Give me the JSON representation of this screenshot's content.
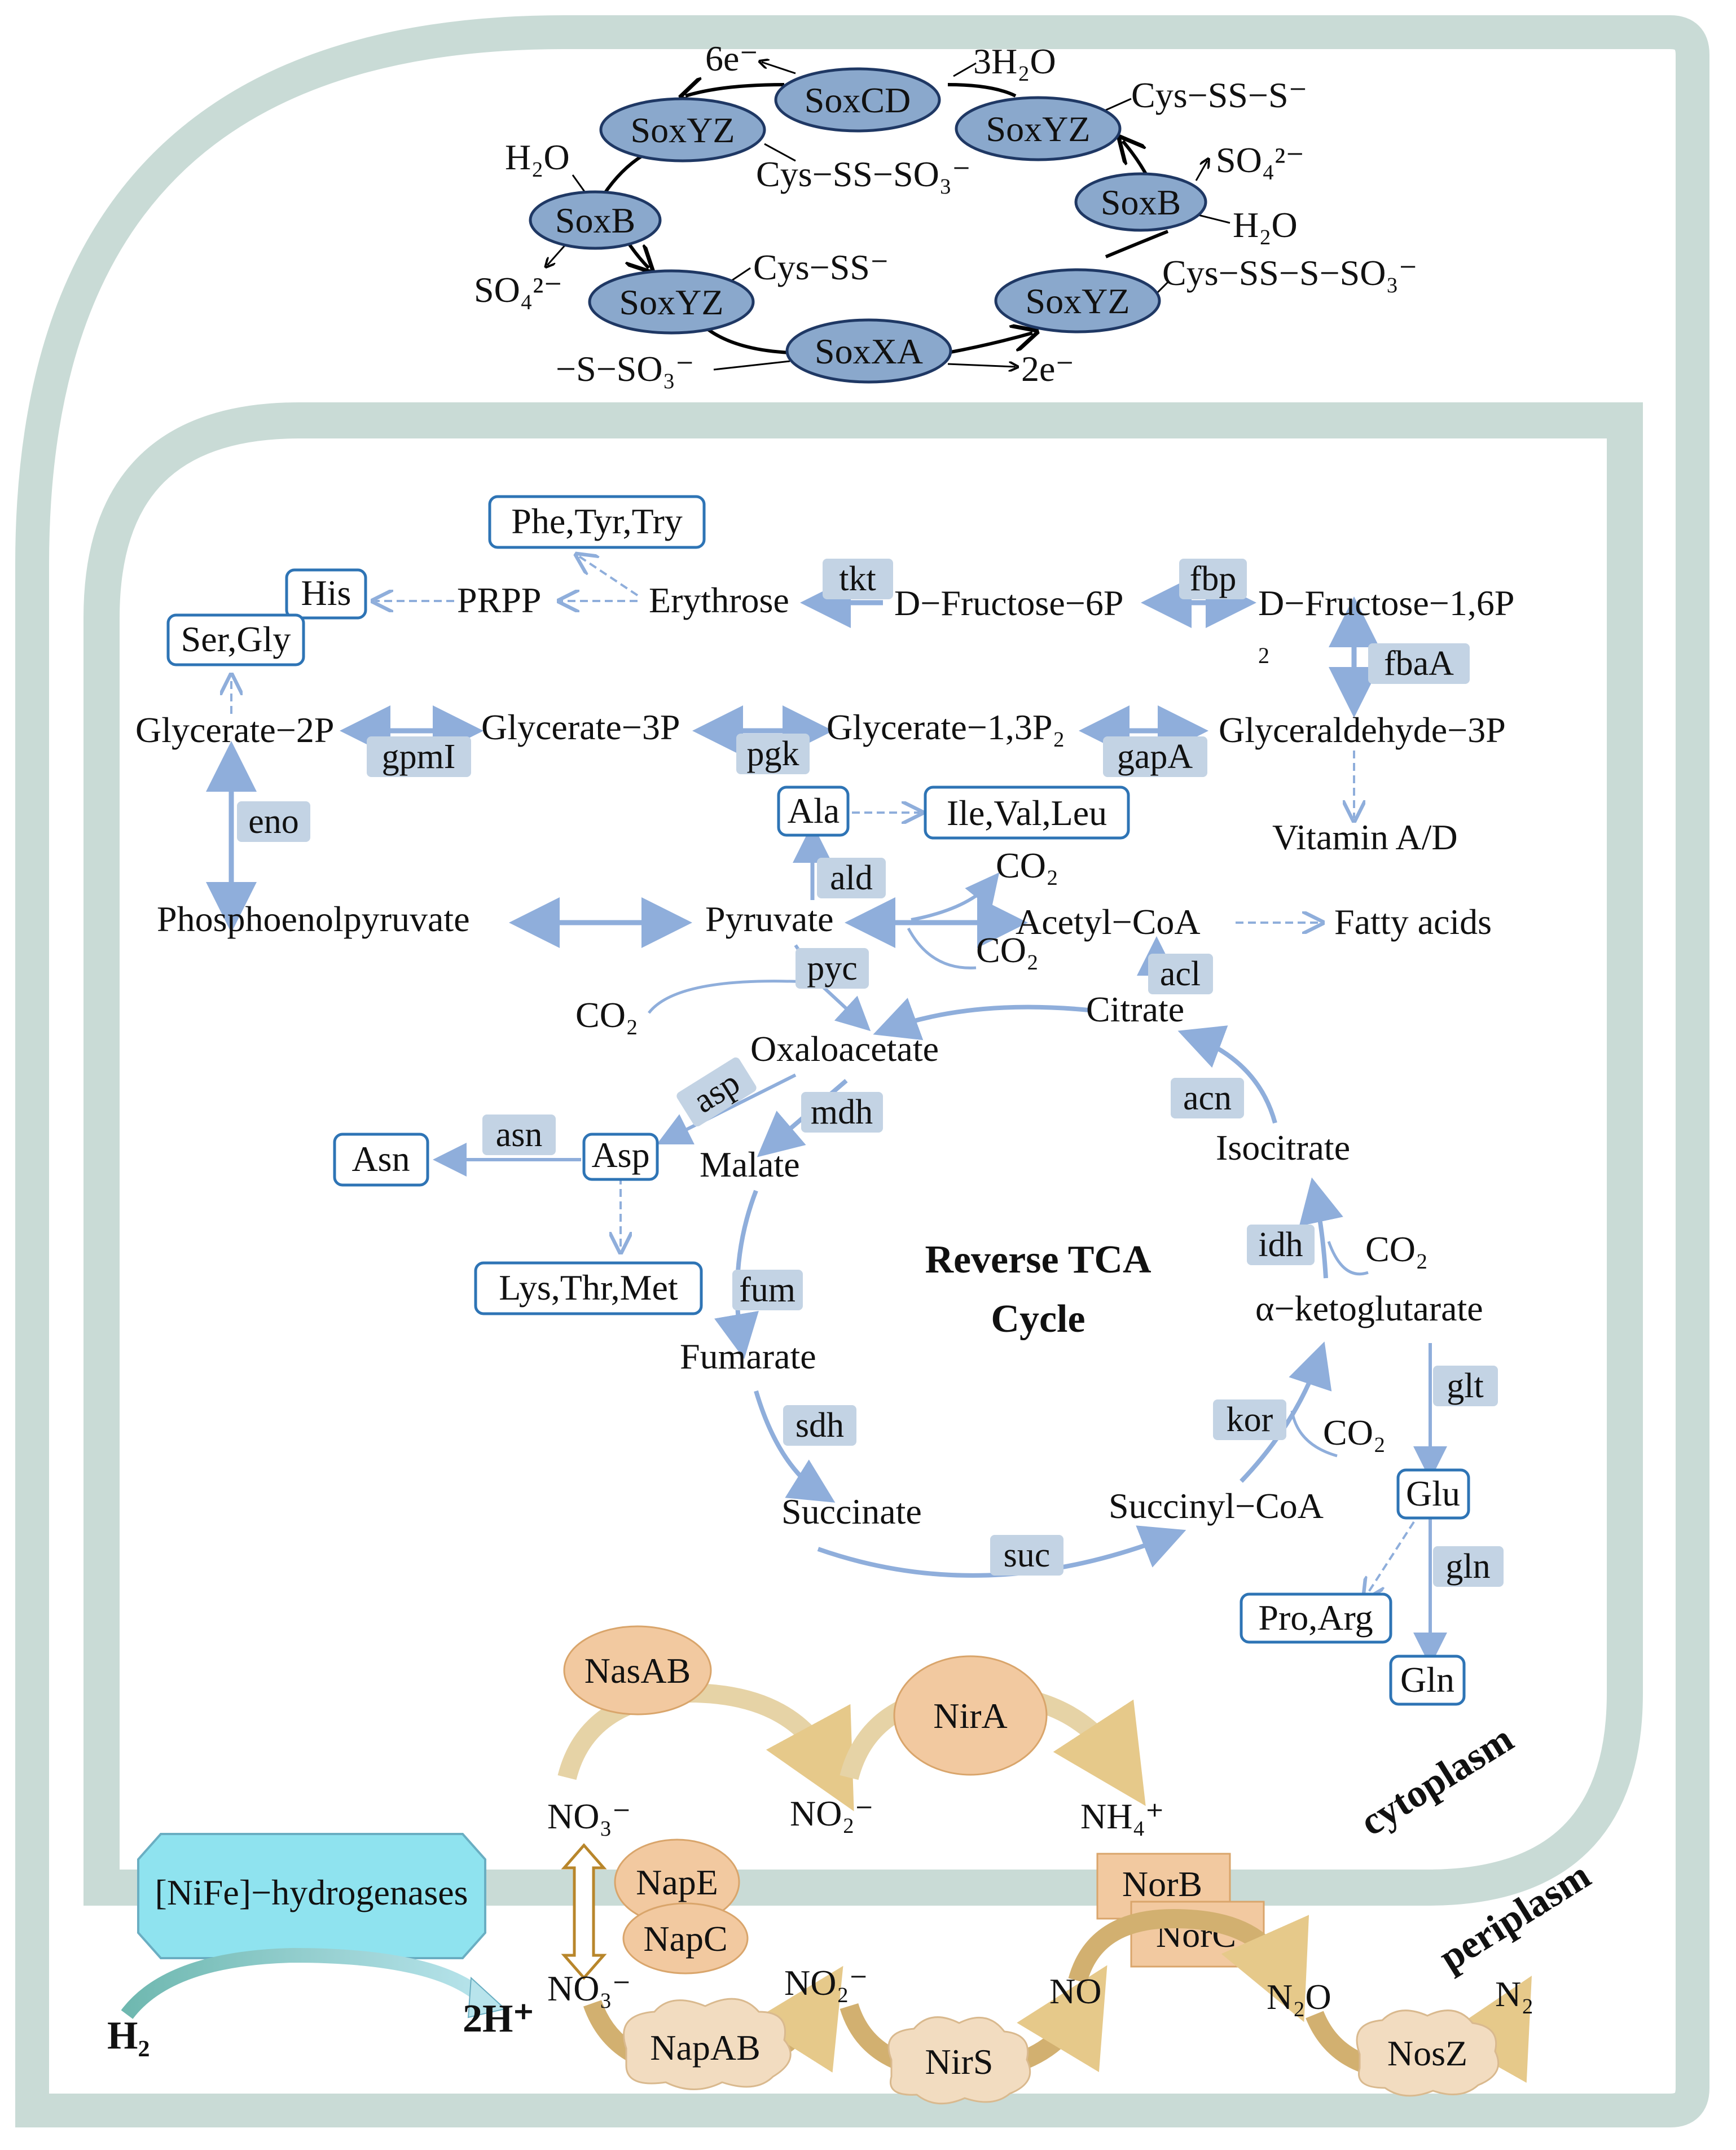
{
  "sox": {
    "soxcd": "SoxCD",
    "soxyz_tl": "SoxYZ",
    "soxyz_tr": "SoxYZ",
    "soxb_l": "SoxB",
    "soxb_r": "SoxB",
    "soxyz_bl": "SoxYZ",
    "soxyz_br": "SoxYZ",
    "soxxa": "SoxXA",
    "e6": "6e⁻",
    "h2o_3": "3H₂O",
    "cys_ss_s": "Cys−SS−S⁻",
    "cys_ss_so3": "Cys−SS−SO₃⁻",
    "h2o_l": "H₂O",
    "so4_l": "SO₄²⁻",
    "so4_r": "SO₄²⁻",
    "h2o_r": "H₂O",
    "cys_ss": "Cys−SS⁻",
    "cys_ss_s_so3": "Cys−SS−S−SO₃⁻",
    "s_so3": "−S−SO₃⁻",
    "e2": "2e⁻"
  },
  "metabolites": {
    "phe_tyr_try": "Phe,Tyr,Try",
    "his": "His",
    "prpp": "PRPP",
    "erythrose": "Erythrose",
    "d_fructose_6p": "D−Fructose−6P",
    "d_fructose_16p": "D−Fructose−1,6P",
    "sub2": "2",
    "ser_gly": "Ser,Gly",
    "glycerate_2p": "Glycerate−2P",
    "glycerate_3p": "Glycerate−3P",
    "glycerate_13p": "Glycerate−1,3P₂",
    "glyceraldehyde_3p": "Glyceraldehyde−3P",
    "ala": "Ala",
    "ile_val_leu": "Ile,Val,Leu",
    "vitamin": "Vitamin A/D",
    "co2_a": "CO₂",
    "co2_b": "CO₂",
    "pep": "Phosphoenolpyruvate",
    "pyruvate": "Pyruvate",
    "acetyl_coa": "Acetyl−CoA",
    "fatty_acids": "Fatty acids",
    "co2_c": "CO₂",
    "citrate": "Citrate",
    "oxaloacetate": "Oxaloacetate",
    "asn": "Asn",
    "asp": "Asp",
    "malate": "Malate",
    "isocitrate": "Isocitrate",
    "lys_thr_met": "Lys,Thr,Met",
    "co2_d": "CO₂",
    "a_ketoglutarate": "α−ketoglutarate",
    "fumarate": "Fumarate",
    "co2_e": "CO₂",
    "glu": "Glu",
    "succinate": "Succinate",
    "succinyl_coa": "Succinyl−CoA",
    "pro_arg": "Pro,Arg",
    "gln": "Gln",
    "cycle_title_1": "Reverse TCA",
    "cycle_title_2": "Cycle"
  },
  "enzymes": {
    "tkt": "tkt",
    "fbp": "fbp",
    "fbaA": "fbaA",
    "gpmI": "gpmI",
    "pgk": "pgk",
    "gapA": "gapA",
    "eno": "eno",
    "ald": "ald",
    "pyc": "pyc",
    "acl": "acl",
    "asp": "asp",
    "mdh": "mdh",
    "asn": "asn",
    "acn": "acn",
    "idh": "idh",
    "fum": "fum",
    "glt": "glt",
    "kor": "kor",
    "sdh": "sdh",
    "gln": "gln",
    "suc": "suc"
  },
  "nitrogen": {
    "nasab": "NasAB",
    "nira": "NirA",
    "no3_top": "NO₃⁻",
    "no2_top": "NO₂⁻",
    "nh4": "NH₄⁺",
    "hydrogenase": "[NiFe]−hydrogenases",
    "nape": "NapE",
    "napc": "NapC",
    "norb": "NorB",
    "norc": "NorC",
    "h2": "H₂",
    "h2plus": "2H⁺",
    "no3_bot": "NO₃⁻",
    "no2_bot": "NO₂⁻",
    "no": "NO",
    "n2o": "N₂O",
    "n2": "N₂",
    "napab": "NapAB",
    "nirs": "NirS",
    "nosz": "NosZ"
  },
  "regions": {
    "cytoplasm": "cytoplasm",
    "periplasm": "periplasm"
  },
  "colors": {
    "membrane": "#c9dbd6",
    "enzyme_box": "#c3d3e4",
    "sox_ellipse": "#8aa8cc",
    "product_box_border": "#2e74b5",
    "pathway_arrow": "#8faedb",
    "nitrogen_orange": "#f2c9a0",
    "hydrogenase": "#8fe3ef",
    "gold_arrow": "#c6a34a"
  }
}
